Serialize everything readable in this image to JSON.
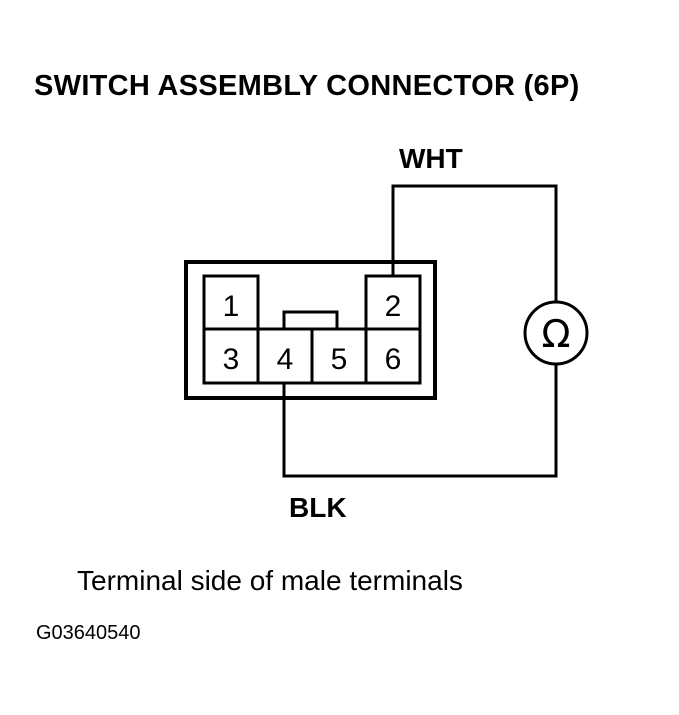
{
  "title": "SWITCH ASSEMBLY CONNECTOR (6P)",
  "wires": {
    "top": "WHT",
    "bottom": "BLK"
  },
  "connector": {
    "pins": [
      "1",
      "2",
      "3",
      "4",
      "5",
      "6"
    ]
  },
  "meter": {
    "symbol": "Ω",
    "icon": "ohmmeter-icon"
  },
  "caption": "Terminal side of male terminals",
  "figure_code": "G03640540"
}
